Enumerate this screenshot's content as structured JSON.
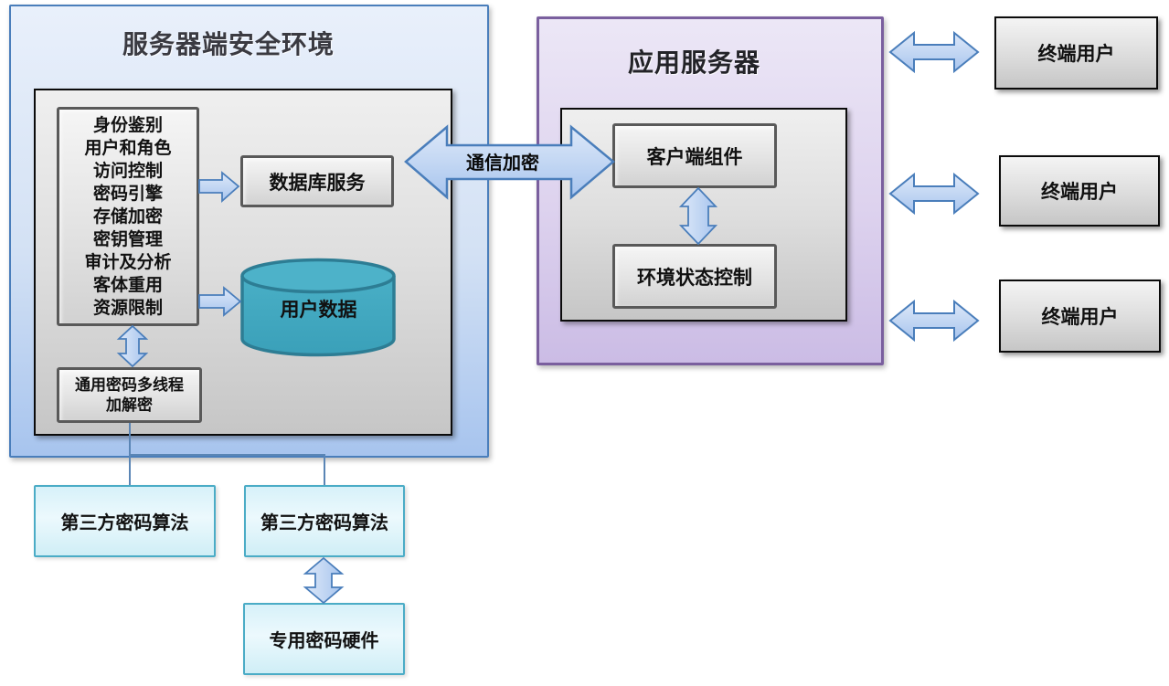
{
  "colors": {
    "blue-border": "#4a7ebb",
    "blue-fill-top": "#e9f0fb",
    "blue-fill-bottom": "#a7c4ee",
    "purple-border": "#7a5f9e",
    "purple-fill-top": "#ece7f6",
    "purple-fill-bottom": "#cbbce5",
    "gray-border": "#595959",
    "panel-fill-top": "#efefef",
    "panel-fill-bottom": "#c6c6c6",
    "teal-fill": "#3fa7c0",
    "teal-border": "#2d7d94",
    "cyan-border": "#4bacc6",
    "cyan-fill": "#d7f1f9",
    "arrow-fill": "#c6d9f4",
    "arrow-border": "#4a7ebb",
    "connector": "#5a85b5",
    "text": "#111111"
  },
  "server_env": {
    "title": "服务器端安全环境",
    "features": [
      "身份鉴别",
      "用户和角色",
      "访问控制",
      "密码引擎",
      "存储加密",
      "密钥管理",
      "审计及分析",
      "客体重用",
      "资源限制"
    ],
    "database_service": "数据库服务",
    "user_data": "用户数据",
    "crypto_multithread_line1": "通用密码多线程",
    "crypto_multithread_line2": "加解密"
  },
  "communication": {
    "label": "通信加密"
  },
  "app_server": {
    "title": "应用服务器",
    "client_component": "客户端组件",
    "env_state_control": "环境状态控制"
  },
  "end_users": {
    "user1": "终端用户",
    "user2": "终端用户",
    "user3": "终端用户"
  },
  "external": {
    "third_party_algo_1": "第三方密码算法",
    "third_party_algo_2": "第三方密码算法",
    "dedicated_hardware": "专用密码硬件"
  }
}
